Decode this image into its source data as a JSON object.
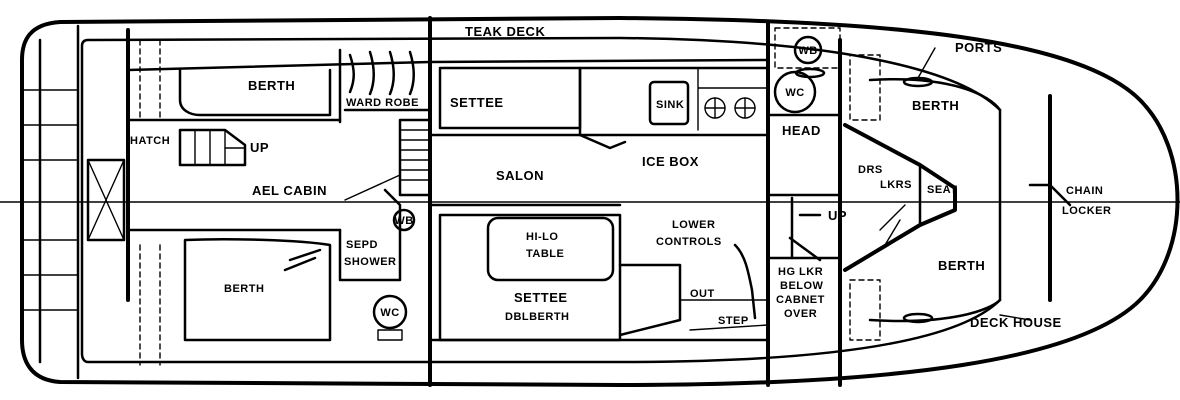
{
  "labels": {
    "teak_deck": "TEAK DECK",
    "ports": "PORTS",
    "berth_aft_top": "BERTH",
    "ward_robe": "WARD ROBE",
    "settee_top": "SETTEE",
    "sink": "SINK",
    "wb_top": "WB",
    "wc_top": "WC",
    "berth_fwd_top": "BERTH",
    "hatch": "HATCH",
    "up_aft": "UP",
    "head": "HEAD",
    "ice_box": "ICE BOX",
    "drs": "DRS",
    "lkrs": "LKRS",
    "seat": "SEAT",
    "aft_cabin": "AEL CABIN",
    "salon": "SALON",
    "chain": "CHAIN",
    "locker": "LOCKER",
    "wb_mid": "WB",
    "lower": "LOWER",
    "controls": "CONTROLS",
    "up_fwd": "UP",
    "hi_lo": "HI-LO",
    "table": "TABLE",
    "sepd": "SEPD",
    "shower": "SHOWER",
    "berth_aft_bottom": "BERTH",
    "berth_fwd_bottom": "BERTH",
    "hg_lkr": "HG LKR",
    "below": "BELOW",
    "cabnet": "CABNET",
    "over": "OVER",
    "out": "OUT",
    "settee_bottom": "SETTEE",
    "dbl_berth": "DBLBERTH",
    "wc_bottom": "WC",
    "step": "STEP",
    "deck_house": "DECK HOUSE"
  }
}
